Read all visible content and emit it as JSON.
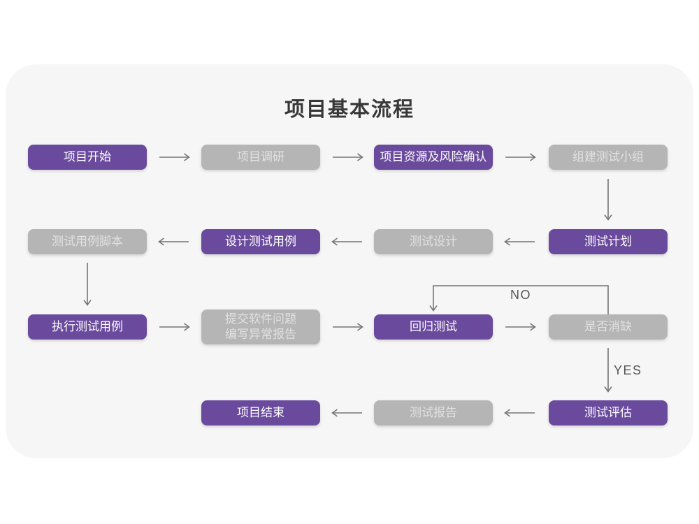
{
  "title": "项目基本流程",
  "edge_labels": {
    "no": "NO",
    "yes": "YES"
  },
  "colors": {
    "page_bg": "#ffffff",
    "card": "#f6f6f6",
    "purple": "#6a4a9d",
    "purple_text": "#ffffff",
    "gray": "#b5b5b5",
    "gray_text": "#e1e1e1",
    "arrow": "#757575",
    "title_color": "#383838",
    "label_color": "#555555"
  },
  "nodes": [
    {
      "id": "project-start",
      "label": "项目开始",
      "variant": "purple"
    },
    {
      "id": "project-research",
      "label": "项目调研",
      "variant": "gray"
    },
    {
      "id": "resource-risk-confirm",
      "label": "项目资源及风险确认",
      "variant": "purple"
    },
    {
      "id": "build-test-team",
      "label": "组建测试小组",
      "variant": "gray"
    },
    {
      "id": "test-plan",
      "label": "测试计划",
      "variant": "purple"
    },
    {
      "id": "test-design",
      "label": "测试设计",
      "variant": "gray"
    },
    {
      "id": "design-test-cases",
      "label": "设计测试用例",
      "variant": "purple"
    },
    {
      "id": "test-case-script",
      "label": "测试用例脚本",
      "variant": "gray"
    },
    {
      "id": "execute-test-cases",
      "label": "执行测试用例",
      "variant": "purple"
    },
    {
      "id": "submit-issue-report",
      "label": "提交软件问题\n编写异常报告",
      "variant": "gray"
    },
    {
      "id": "regression-test",
      "label": "回归测试",
      "variant": "purple"
    },
    {
      "id": "defect-cleared",
      "label": "是否消缺",
      "variant": "gray"
    },
    {
      "id": "test-evaluation",
      "label": "测试评估",
      "variant": "purple"
    },
    {
      "id": "test-report",
      "label": "测试报告",
      "variant": "gray"
    },
    {
      "id": "project-end",
      "label": "项目结束",
      "variant": "purple"
    }
  ]
}
